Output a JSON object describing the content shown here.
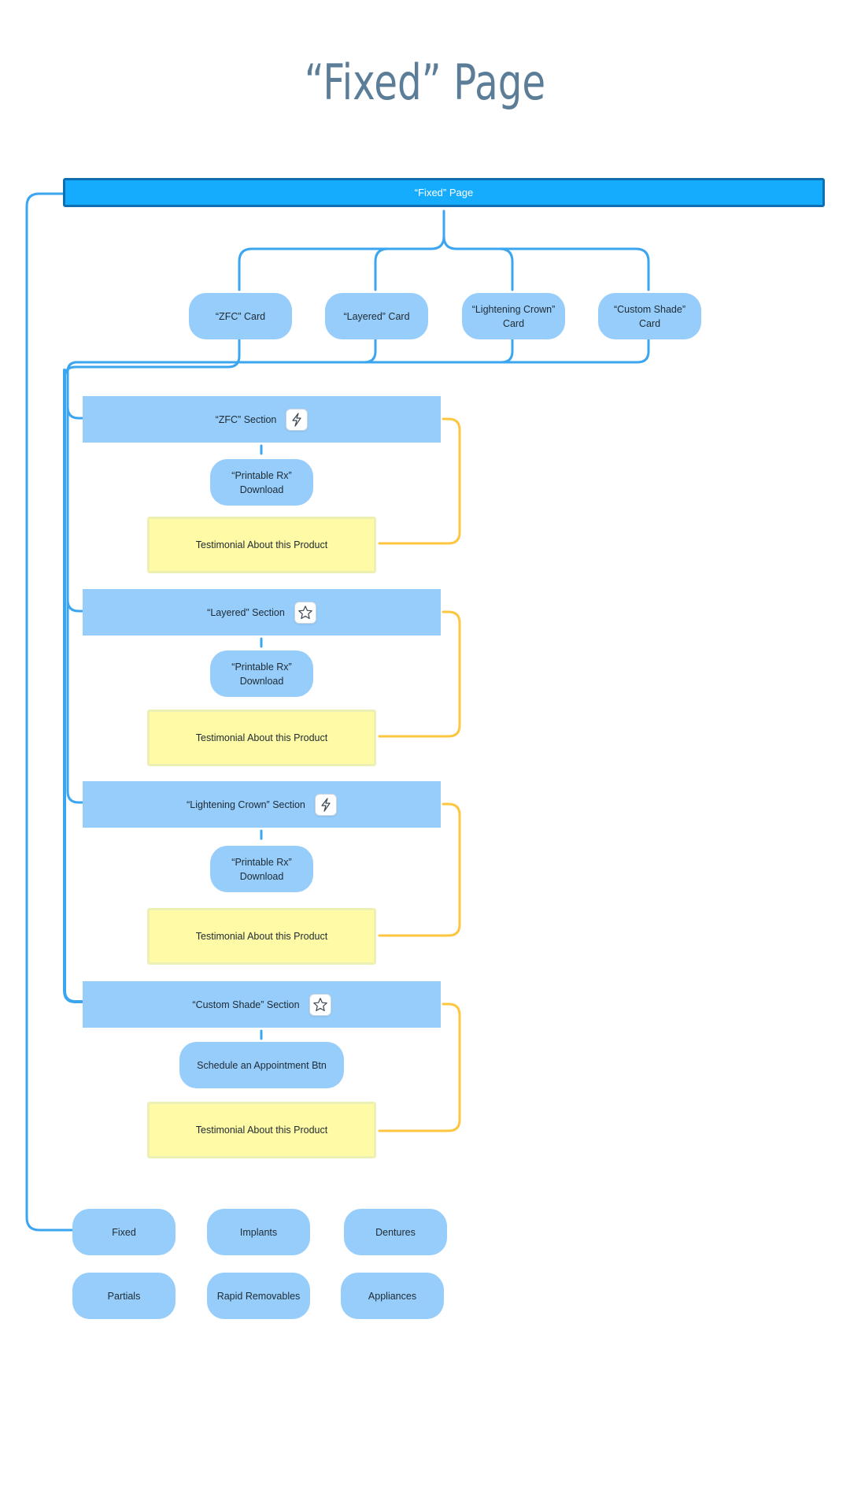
{
  "title": "“Fixed” Page",
  "root_node": "“Fixed” Page",
  "cards": [
    {
      "label": "“ZFC” Card"
    },
    {
      "label": "“Layered” Card"
    },
    {
      "label": "“Lightening Crown” Card"
    },
    {
      "label": "“Custom Shade” Card"
    }
  ],
  "sections": [
    {
      "label": "“ZFC” Section",
      "icon": "lightning-icon",
      "action": "“Printable Rx” Download",
      "testimonial": "Testimonial About this Product"
    },
    {
      "label": "“Layered” Section",
      "icon": "star-icon",
      "action": "“Printable Rx” Download",
      "testimonial": "Testimonial About this Product"
    },
    {
      "label": "“Lightening Crown” Section",
      "icon": "lightning-icon",
      "action": "“Printable Rx” Download",
      "testimonial": "Testimonial About this Product"
    },
    {
      "label": "“Custom Shade” Section",
      "icon": "star-icon",
      "action": "Schedule an Appointment Btn",
      "testimonial": "Testimonial About this Product"
    }
  ],
  "footer_nav": [
    {
      "label": "Fixed"
    },
    {
      "label": "Implants"
    },
    {
      "label": "Dentures"
    },
    {
      "label": "Partials"
    },
    {
      "label": "Rapid Removables"
    },
    {
      "label": "Appliances"
    }
  ],
  "colors": {
    "title": "#5b7d97",
    "root_fill": "#15acfd",
    "node_fill": "#96cdfb",
    "connector_blue": "#3ba5f0",
    "testimonial_fill": "#fefaa5",
    "connector_yellow": "#fcc640"
  }
}
